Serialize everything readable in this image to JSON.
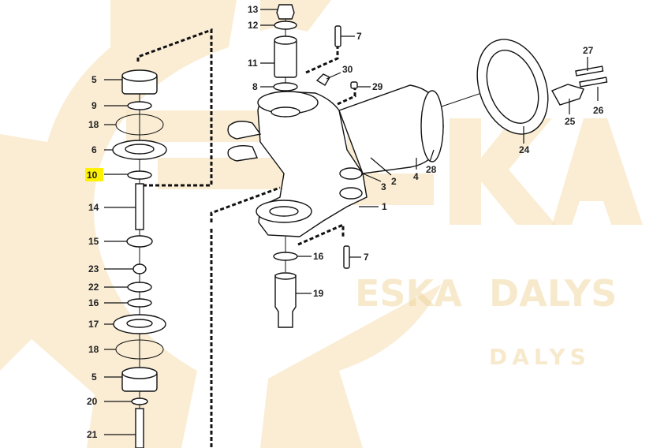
{
  "watermark": {
    "logo_text": "ESKA",
    "brand_text": "DALYS",
    "color": "#f5deb0"
  },
  "highlight_color": "#fff200",
  "highlighted_callout": "10",
  "callouts": {
    "c13": "13",
    "c12": "12",
    "c7a": "7",
    "c11": "11",
    "c30": "30",
    "c8": "8",
    "c29": "29",
    "c27": "27",
    "c26": "26",
    "c25": "25",
    "c24": "24",
    "c28": "28",
    "c4": "4",
    "c2": "2",
    "c3": "3",
    "c1": "1",
    "c16b": "16",
    "c7b": "7",
    "c19": "19",
    "c5a": "5",
    "c9": "9",
    "c18a": "18",
    "c6": "6",
    "c10": "10",
    "c14": "14",
    "c15": "15",
    "c23": "23",
    "c22": "22",
    "c16a": "16",
    "c17": "17",
    "c18b": "18",
    "c5b": "5",
    "c20": "20",
    "c21": "21"
  }
}
